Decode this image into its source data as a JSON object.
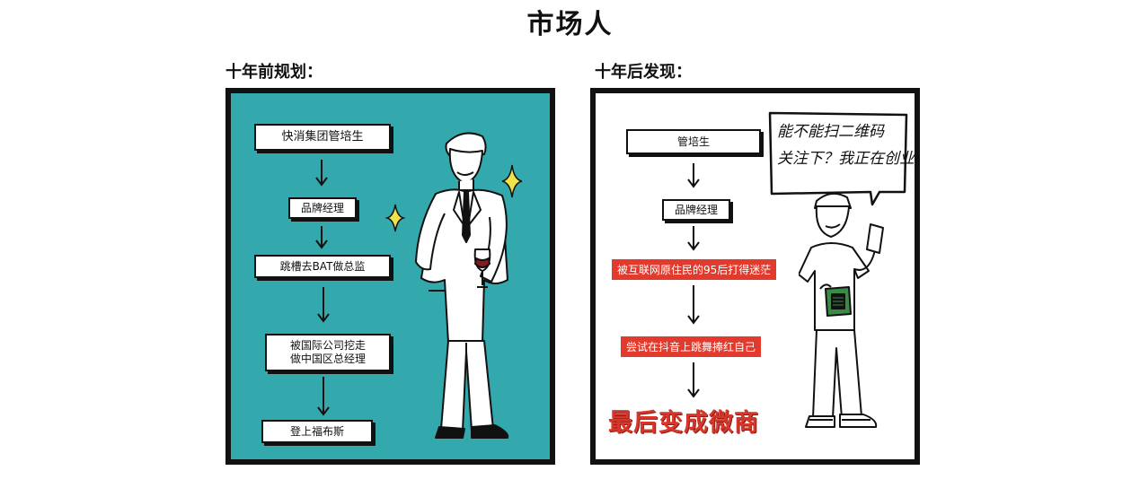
{
  "title": "市场人",
  "left": {
    "heading": "十年前规划：",
    "steps": [
      "快消集团管培生",
      "品牌经理",
      "跳槽去BAT做总监",
      "被国际公司挖走\n做中国区总经理",
      "登上福布斯"
    ]
  },
  "right": {
    "heading": "十年后发现：",
    "steps": [
      "管培生",
      "品牌经理",
      "被互联网原住民的95后打得迷茫",
      "尝试在抖音上跳舞捧红自己"
    ],
    "final": "最后变成微商",
    "bubble": [
      "能不能扫二维码",
      "关注下？我正在创业"
    ]
  },
  "colors": {
    "teal": "#33a9ad",
    "red": "#e23a2c",
    "ink": "#111111"
  }
}
